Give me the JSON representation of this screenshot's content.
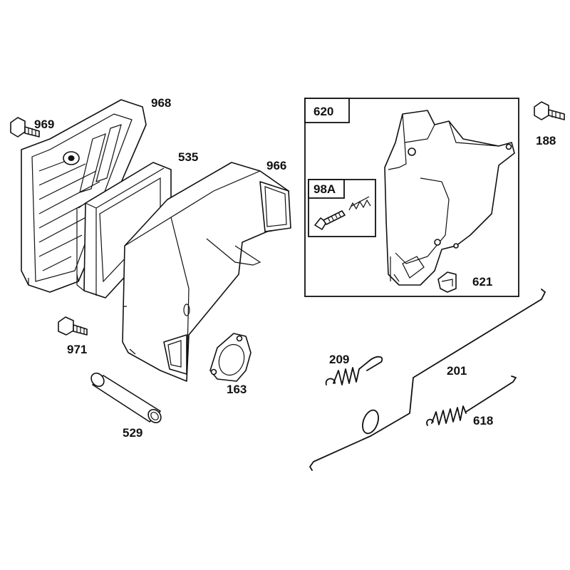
{
  "labels": {
    "p968": "968",
    "p969": "969",
    "p535": "535",
    "p966": "966",
    "p971": "971",
    "p163": "163",
    "p529": "529",
    "p620": "620",
    "p98a": "98A",
    "p188": "188",
    "p621": "621",
    "p209": "209",
    "p201": "201",
    "p618": "618"
  }
}
